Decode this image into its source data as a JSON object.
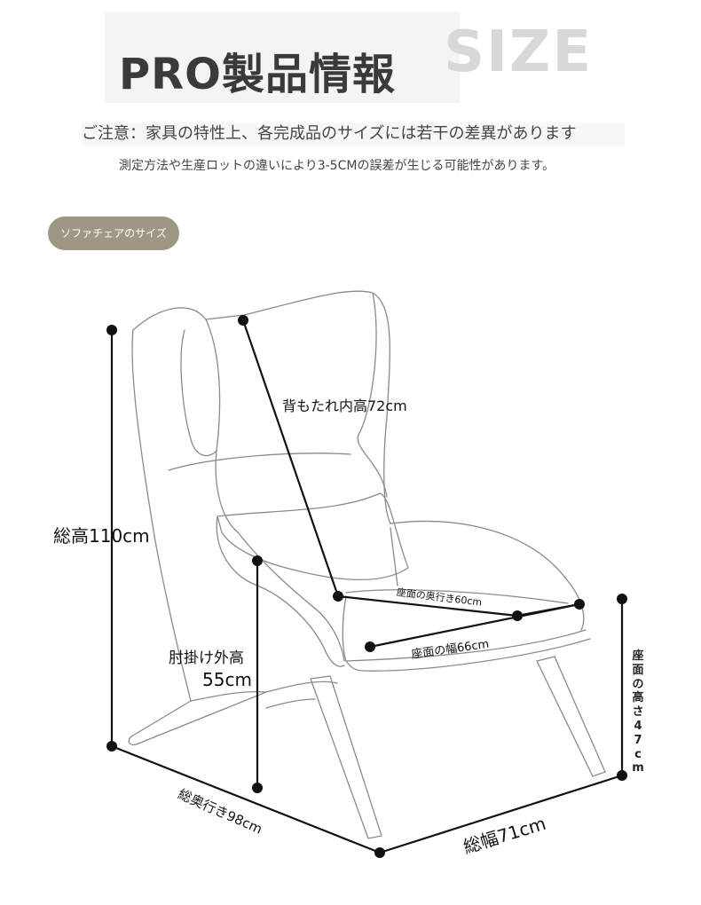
{
  "header": {
    "title": "PRO製品情報",
    "size_word": "SIZE"
  },
  "notices": {
    "line1": "ご注意：家具の特性上、各完成品のサイズには若干の差異があります",
    "line2": "測定方法や生産ロットの違いにより3-5CMの誤差が生じる可能性があります。"
  },
  "badge": {
    "label": "ソファチェアのサイズ"
  },
  "dimensions": {
    "back_inner_height": "背もたれ内高72cm",
    "total_height": "総高110cm",
    "arm_outer_height_label": "肘掛け外高",
    "arm_outer_height_value": "55cm",
    "seat_depth": "座面の奥行き60cm",
    "seat_width": "座面の幅66cm",
    "seat_height_chars": [
      "座",
      "面",
      "の",
      "高",
      "さ",
      "4",
      "7",
      "c",
      "m"
    ],
    "total_depth": "総奥行き98cm",
    "total_width": "総幅71cm"
  },
  "colors": {
    "badge": "#9f9786",
    "outline": "#8a8a8a",
    "dimension_line": "#111111"
  }
}
